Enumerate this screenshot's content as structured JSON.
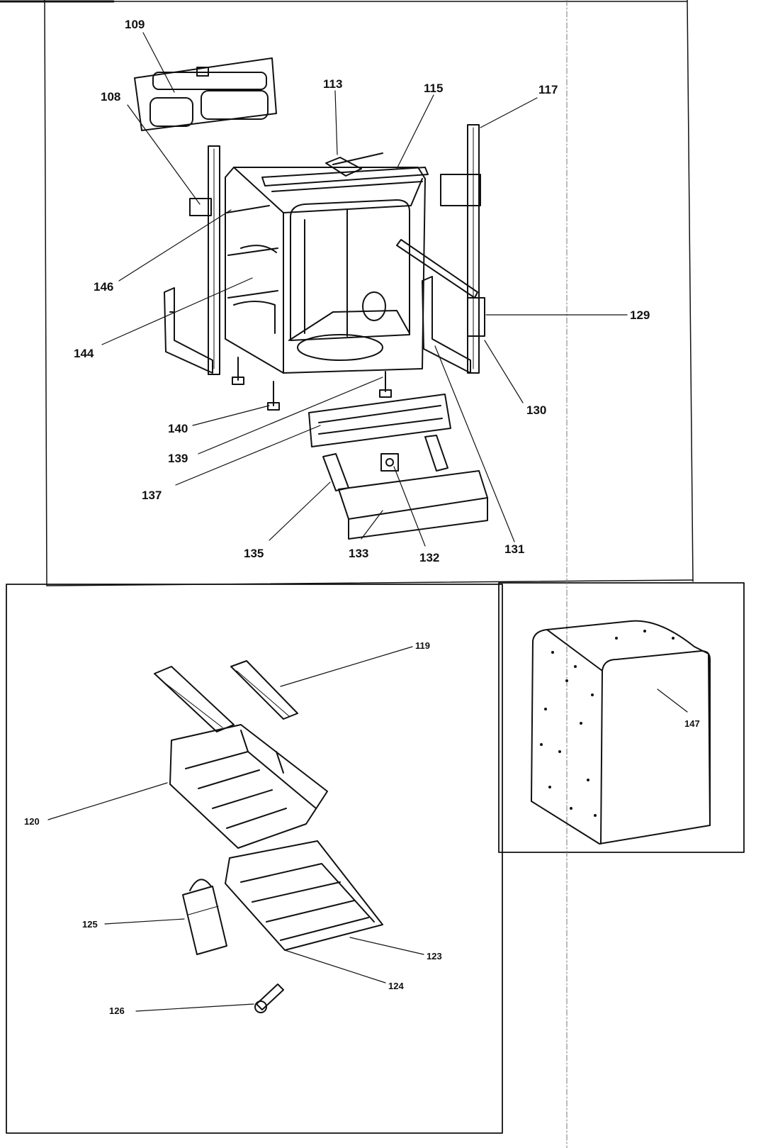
{
  "diagram": {
    "callouts_top": [
      "109",
      "108",
      "113",
      "115",
      "117",
      "146",
      "129",
      "144",
      "130",
      "140",
      "139",
      "137",
      "131",
      "135",
      "133",
      "132"
    ],
    "callouts_racks": [
      "119",
      "120",
      "125",
      "123",
      "124",
      "126"
    ],
    "callouts_panel": [
      "147"
    ]
  }
}
